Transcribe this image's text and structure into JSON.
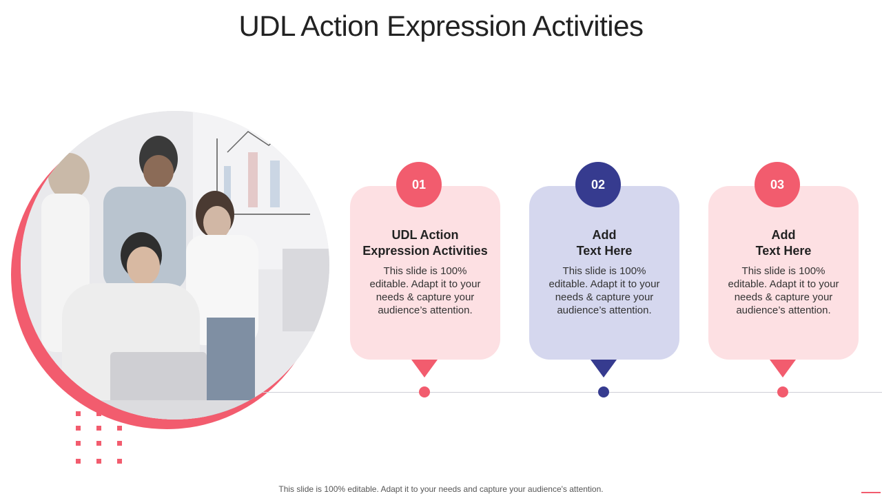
{
  "slide": {
    "title": "UDL Action Expression Activities",
    "footer": "This slide is 100% editable. Adapt it to your needs and capture your audience's attention."
  },
  "colors": {
    "accent_pink": "#f25c6e",
    "accent_navy": "#363b8f",
    "card_pink": "#fde0e3",
    "card_lavender": "#d5d7ee"
  },
  "cards": [
    {
      "number": "01",
      "heading_line1": "UDL Action",
      "heading_line2": "Expression Activities",
      "body": "This slide is 100% editable. Adapt it to your needs & capture your audience’s attention."
    },
    {
      "number": "02",
      "heading_line1": "Add",
      "heading_line2": "Text Here",
      "body": "This slide is 100% editable. Adapt it to your needs & capture your audience’s attention."
    },
    {
      "number": "03",
      "heading_line1": "Add",
      "heading_line2": "Text Here",
      "body": "This slide is 100% editable. Adapt it to your needs & capture your audience’s attention."
    }
  ]
}
